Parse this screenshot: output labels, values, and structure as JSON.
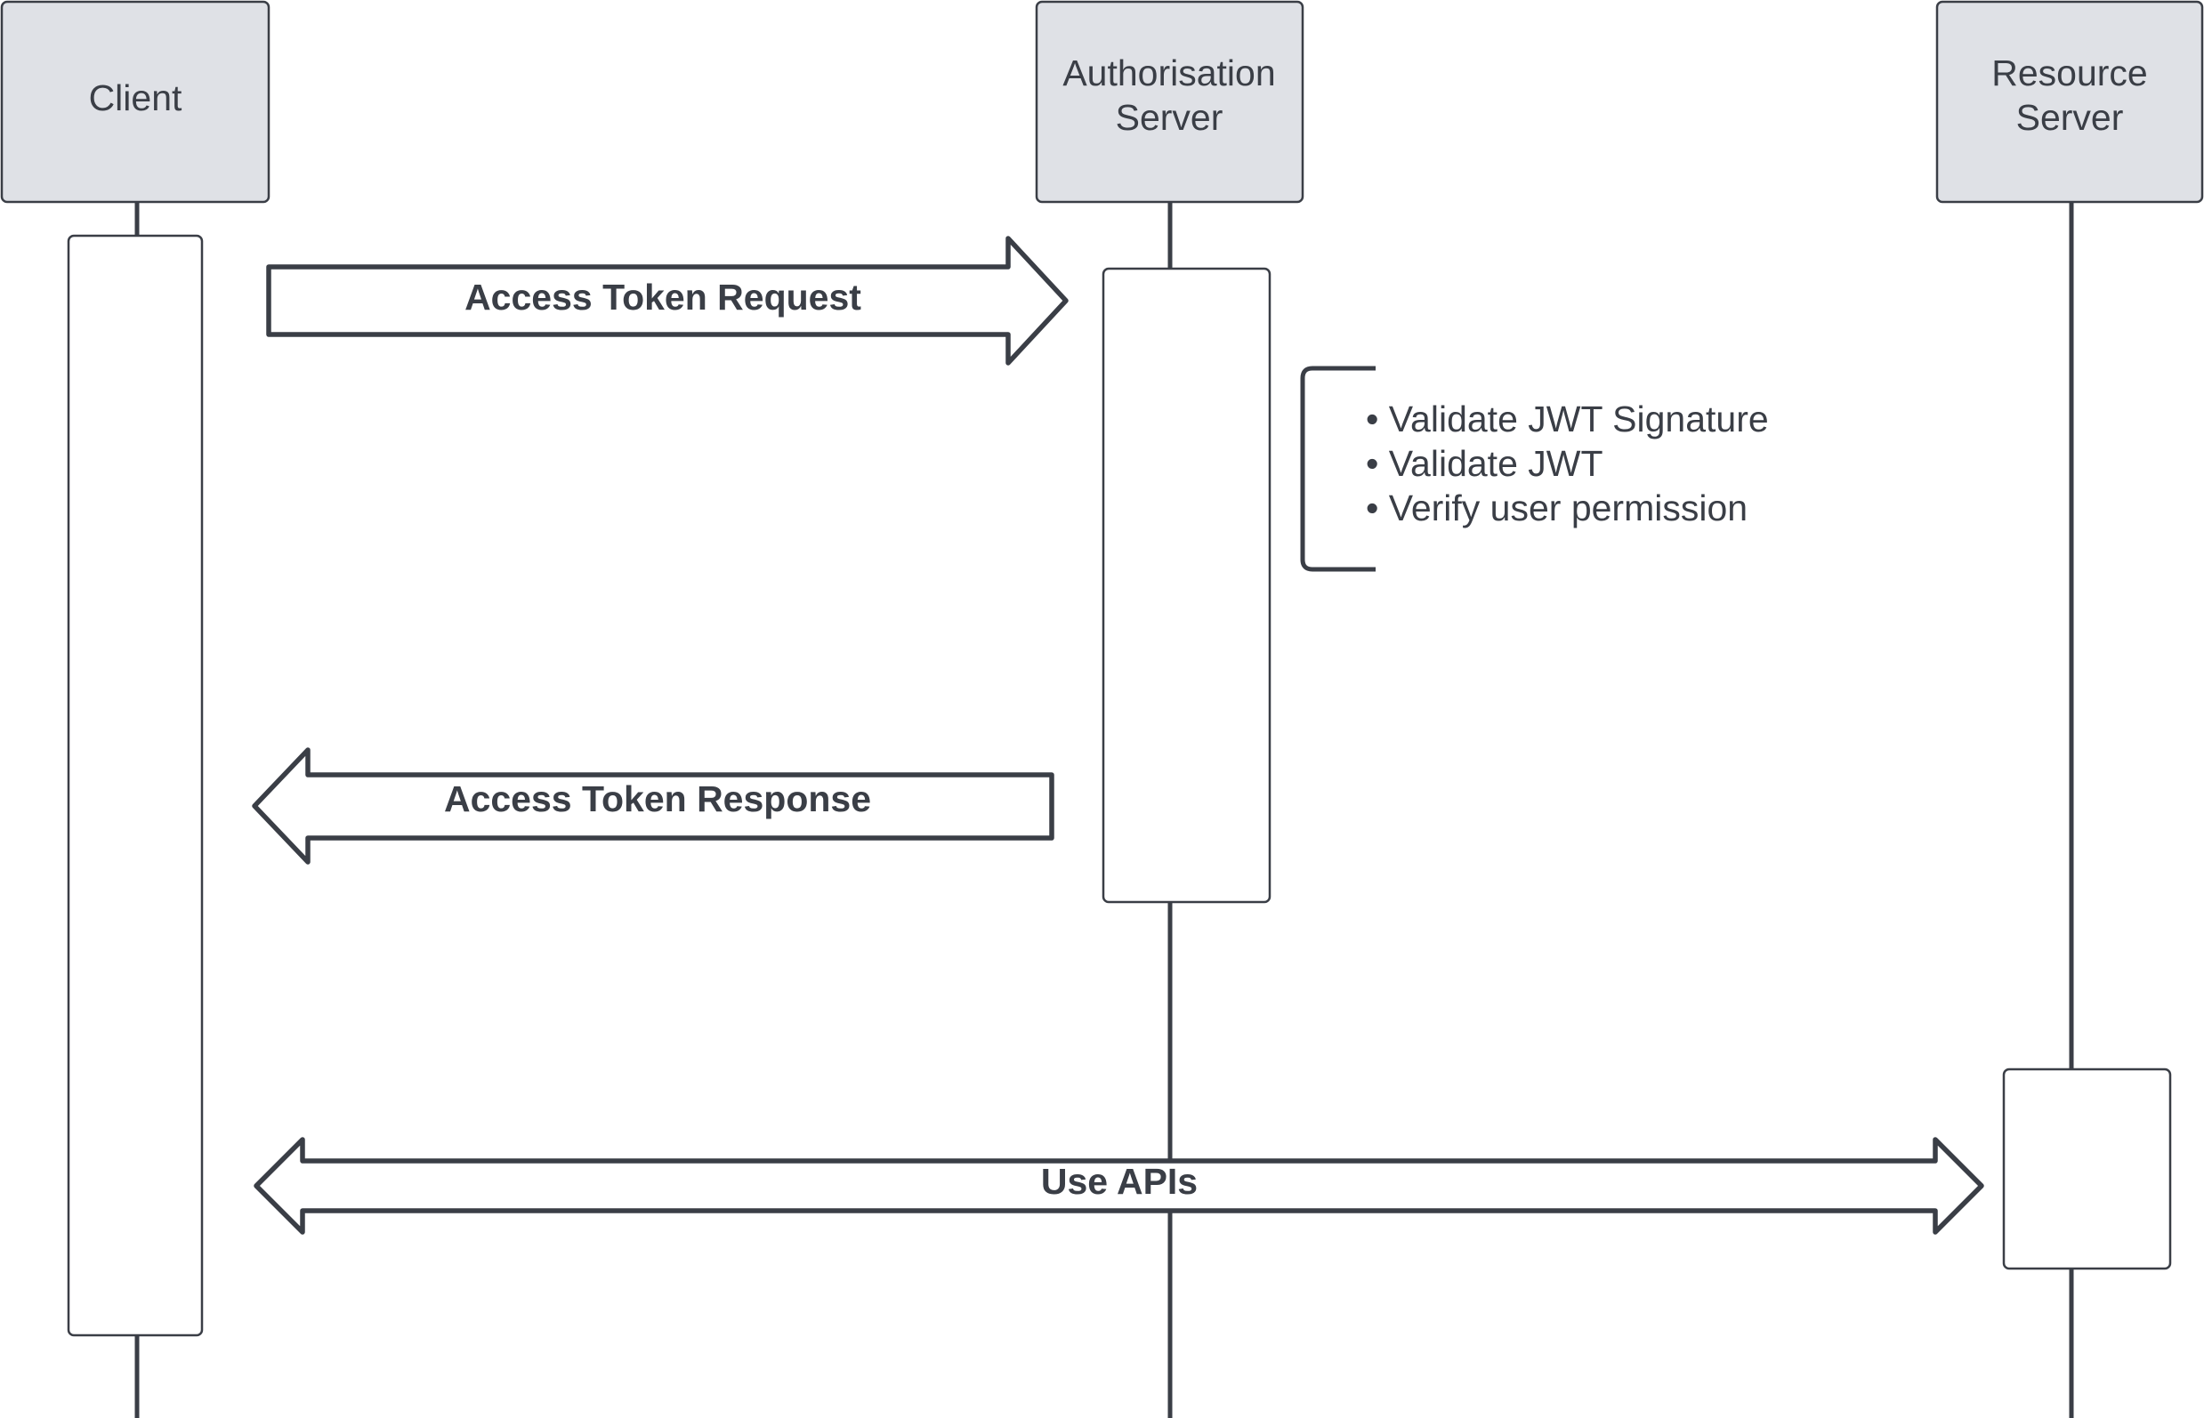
{
  "participants": {
    "client": {
      "lines": [
        "Client"
      ]
    },
    "auth_server": {
      "lines": [
        "Authorisation",
        "Server"
      ]
    },
    "resource_server": {
      "lines": [
        "Resource",
        "Server"
      ]
    }
  },
  "messages": {
    "access_token_request": "Access Token Request",
    "access_token_response": "Access Token Response",
    "use_apis": "Use APIs"
  },
  "validation_note": {
    "items": [
      "• Validate JWT Signature",
      "• Validate JWT",
      "• Verify user permission"
    ]
  },
  "colors": {
    "participant_fill": "#dfe1e6",
    "stroke": "#3a3e46",
    "text": "#3a3e46",
    "background": "#ffffff"
  }
}
